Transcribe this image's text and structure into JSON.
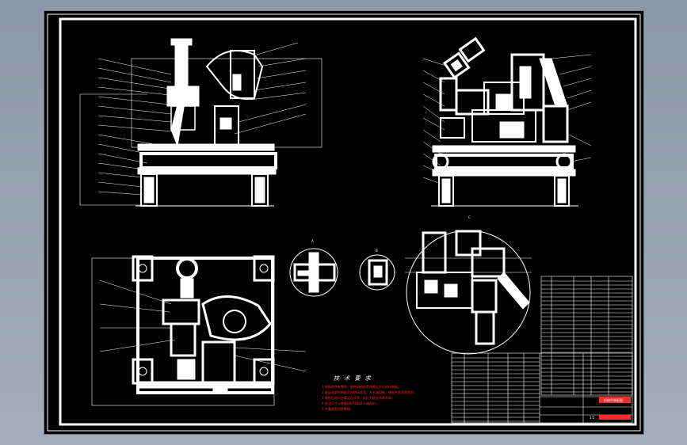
{
  "drawing": {
    "technical_requirements_title": "技 术 要 求",
    "technical_notes": [
      "1.装配前所有零件、部件须经检验合格后方可进行装配。",
      "2.各运动部件装配后应转动灵活，无卡滞现象，各配合面润滑良好。",
      "3.装配后进行空载运行试验，运行平稳无异常声响。",
      "4.未注尺寸公差按GB/T1804-m级执行。",
      "5.外露表面涂防锈漆。"
    ],
    "section_labels": [
      "A",
      "B",
      "C"
    ],
    "title_block": {
      "drawing_name": "机械手装配图",
      "scale": "1:5"
    }
  },
  "colors": {
    "background": "#000000",
    "lines": "#ffffff",
    "annotations": "#ff2a2a"
  }
}
